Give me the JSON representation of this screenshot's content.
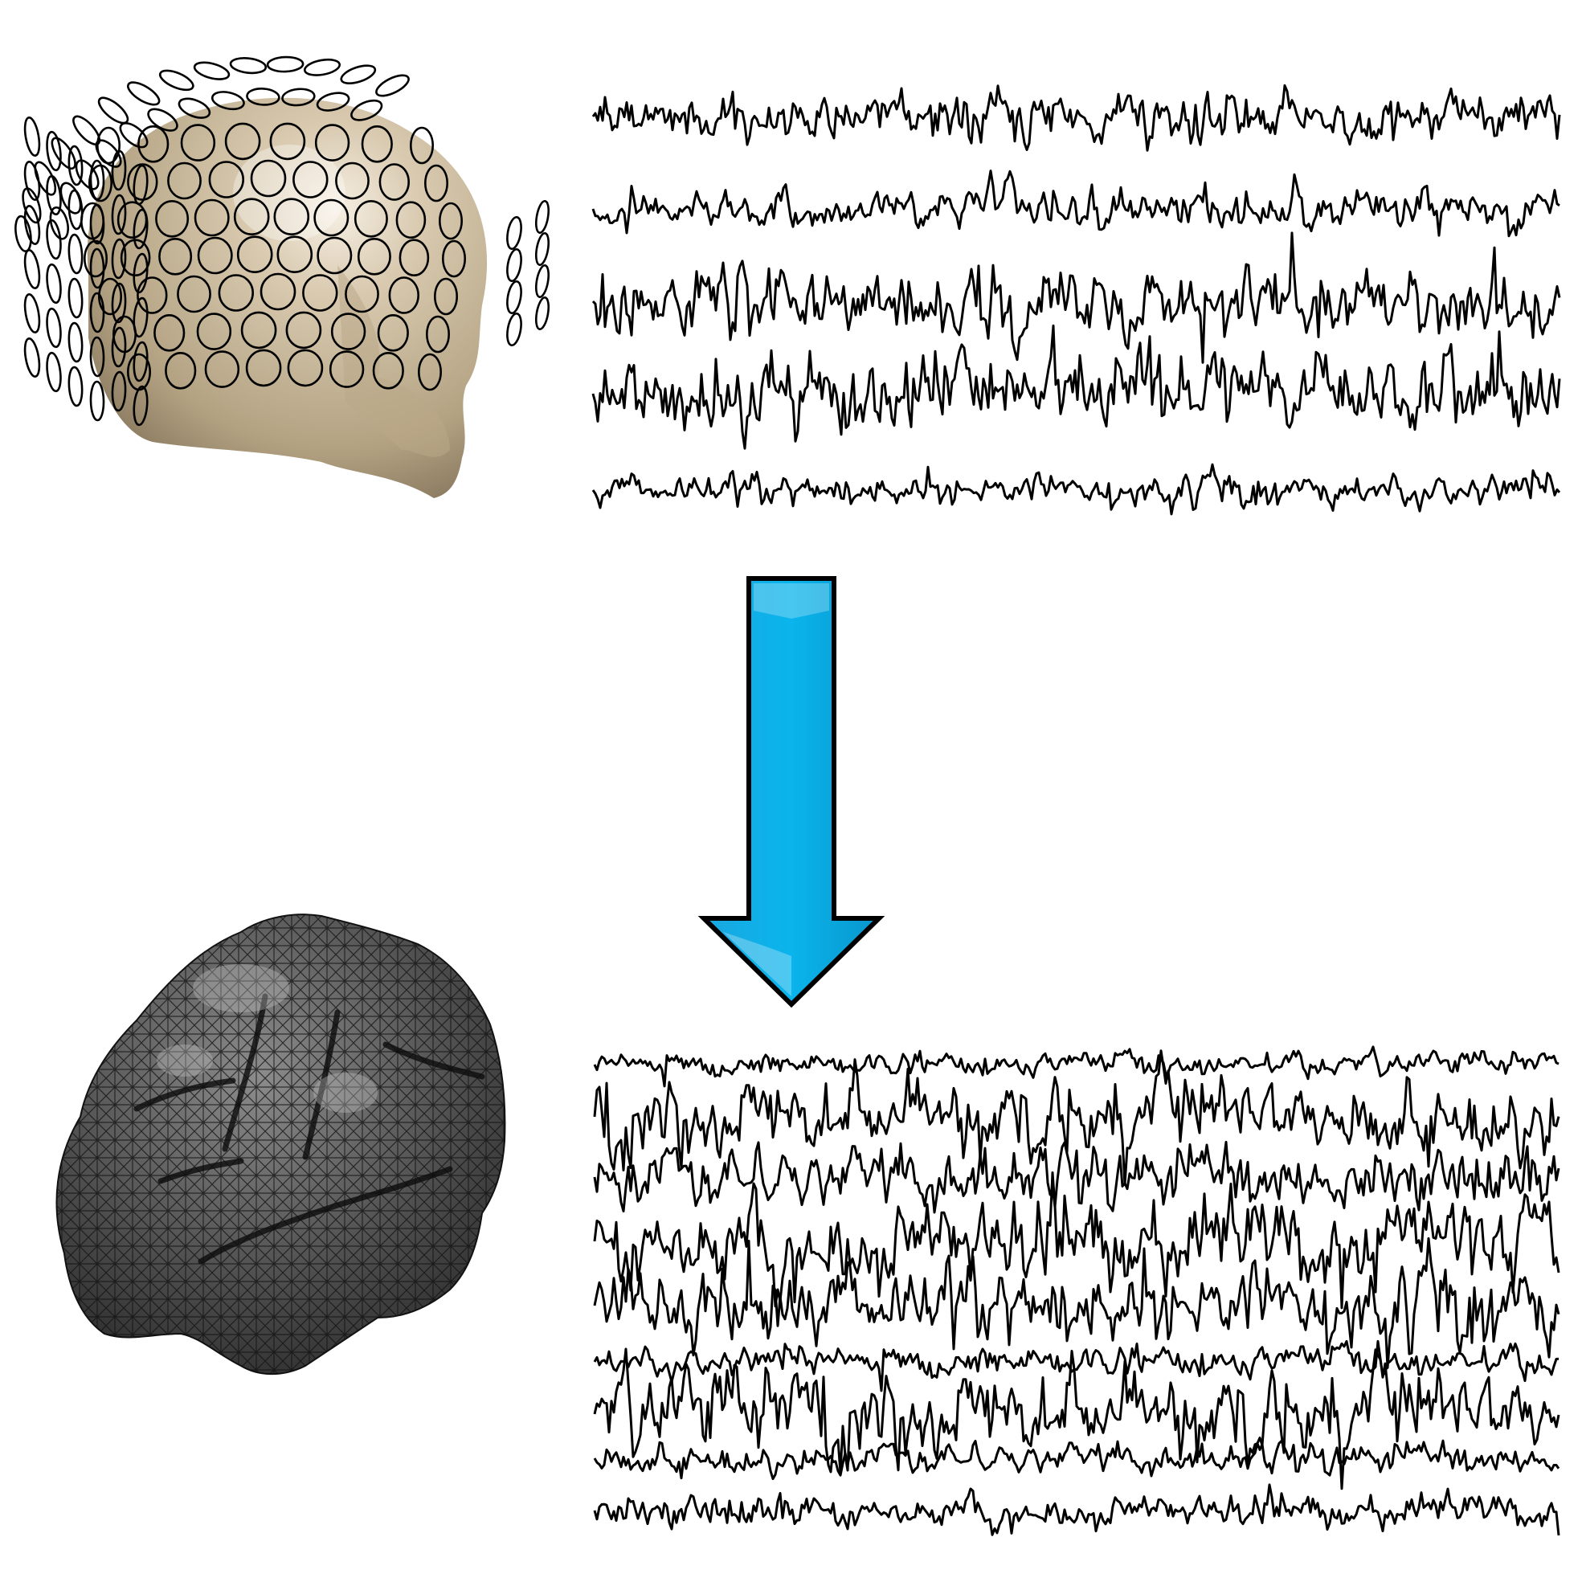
{
  "figure": {
    "panels": [
      {
        "id": "sensor-level",
        "traces": 5
      },
      {
        "id": "source-level",
        "traces": 9
      }
    ],
    "arrow": {
      "fill": "#0ab4ec",
      "stroke": "#000000",
      "direction": "down"
    },
    "colors": {
      "head_skin": "#d4c4a8",
      "head_shadow": "#8a7a62",
      "electrode_stroke": "#000000",
      "brain_mesh": "#5e5e5e",
      "brain_edges": "#111111",
      "trace": "#000000",
      "background": "#ffffff"
    },
    "icons": [
      "eeg-head-with-electrode-cap",
      "cortical-surface-mesh",
      "down-arrow"
    ]
  }
}
